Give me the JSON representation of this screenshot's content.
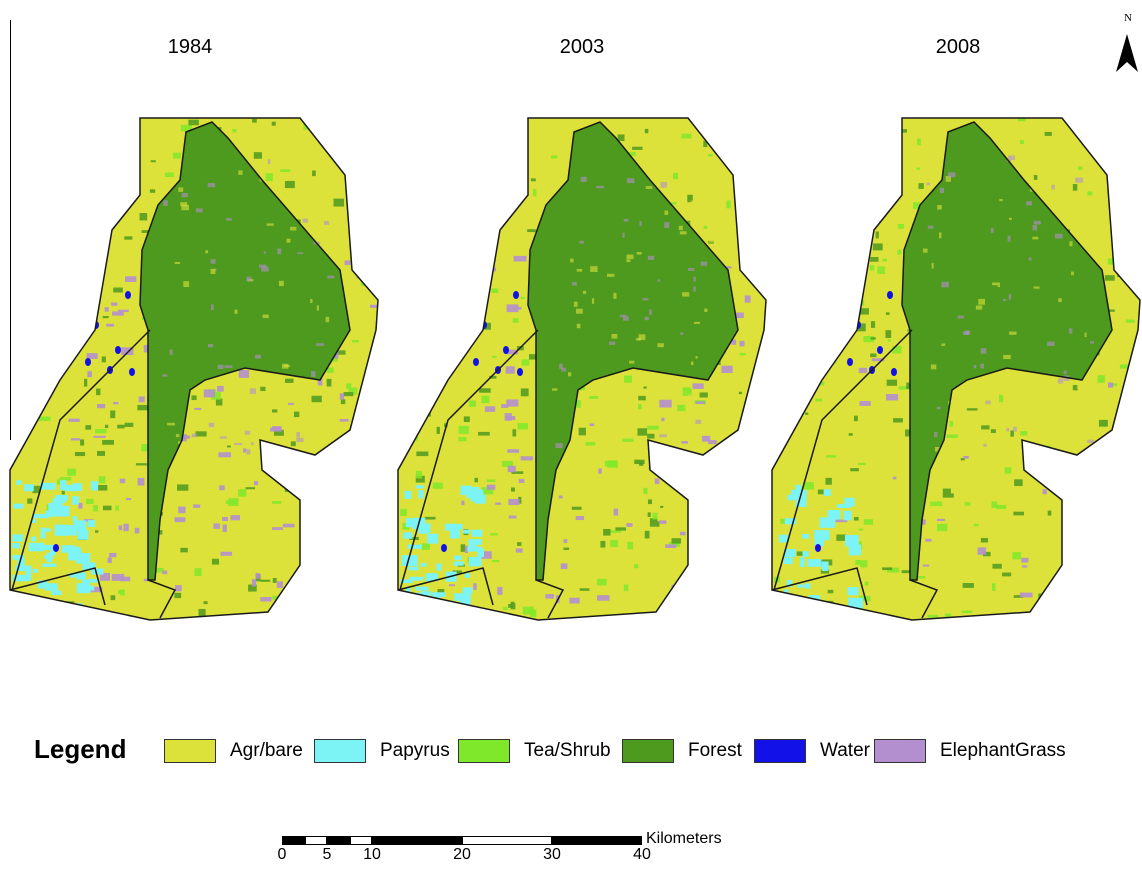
{
  "panels": [
    {
      "year": "1984"
    },
    {
      "year": "2003"
    },
    {
      "year": "2008"
    }
  ],
  "north": {
    "letter": "N"
  },
  "legend": {
    "title": "Legend",
    "items": [
      {
        "label": "Agr/bare",
        "color": "#dde23a"
      },
      {
        "label": "Papyrus",
        "color": "#7cf3f5"
      },
      {
        "label": "Tea/Shrub",
        "color": "#7fe82a"
      },
      {
        "label": "Forest",
        "color": "#4e9a1f"
      },
      {
        "label": "Water",
        "color": "#1212e8"
      },
      {
        "label": "ElephantGrass",
        "color": "#b48fcf"
      }
    ]
  },
  "scalebar": {
    "unit": "Kilometers",
    "ticks": [
      "0",
      "5",
      "10",
      "20",
      "30",
      "40"
    ]
  },
  "colors": {
    "agr": "#dde23a",
    "papyrus": "#7cf3f5",
    "tea": "#7fe82a",
    "forest": "#4e9a1f",
    "water": "#1212e8",
    "grass": "#b48fcf",
    "outline": "#1a1a1a"
  }
}
